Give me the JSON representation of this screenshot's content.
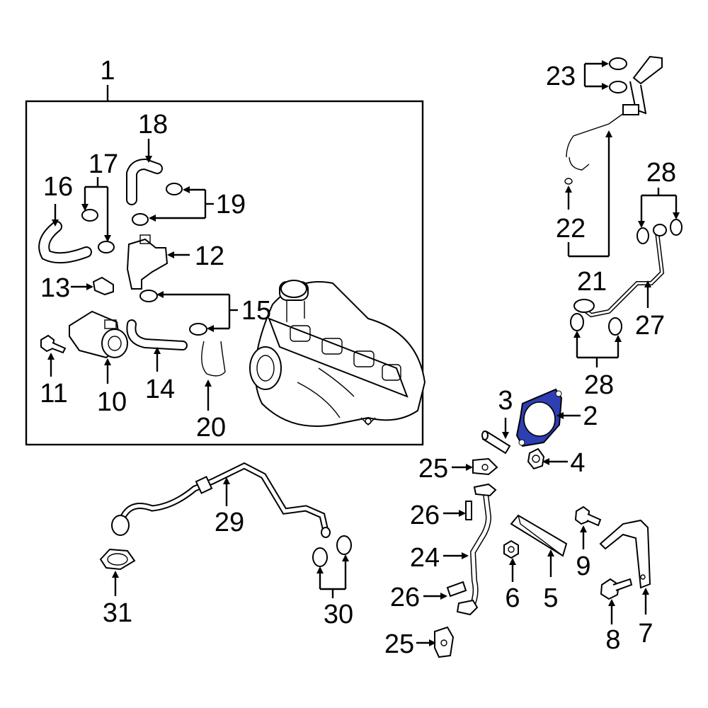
{
  "callouts": {
    "c1": "1",
    "c2": "2",
    "c3": "3",
    "c4": "4",
    "c5": "5",
    "c6": "6",
    "c7": "7",
    "c8": "8",
    "c9": "9",
    "c10": "10",
    "c11": "11",
    "c12": "12",
    "c13": "13",
    "c14": "14",
    "c15": "15",
    "c16": "16",
    "c17": "17",
    "c18": "18",
    "c19": "19",
    "c20": "20",
    "c21": "21",
    "c22": "22",
    "c23": "23",
    "c24": "24",
    "c25a": "25",
    "c25b": "25",
    "c26a": "26",
    "c26b": "26",
    "c27": "27",
    "c28a": "28",
    "c28b": "28",
    "c29": "29",
    "c30": "30",
    "c31": "31"
  },
  "colors": {
    "highlight": "#2e3fb4",
    "line": "#000000",
    "background": "#ffffff"
  },
  "highlighted_part": "2"
}
